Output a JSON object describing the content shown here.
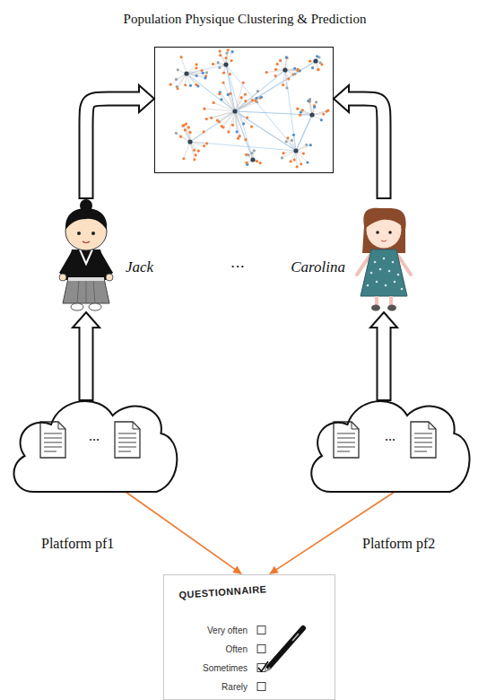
{
  "diagram": {
    "nodes": [
      {
        "text": [
          "Population Physique Clustering & Prediction"
        ]
      },
      {
        "text": [
          "Jack"
        ]
      },
      {
        "text": [
          "Carolina"
        ]
      },
      {
        "text": [
          "...",
          "Platform pf1"
        ]
      },
      {
        "text": [
          "...",
          "Platform pf2"
        ]
      },
      {
        "text": [
          "QUESTIONNAIRE",
          "Very often",
          "Often",
          "Sometimes",
          "Rarely"
        ]
      }
    ],
    "edges": [
      {
        "from": 1,
        "to": 0,
        "arrow": "to"
      },
      {
        "from": 2,
        "to": 0,
        "arrow": "to"
      },
      {
        "from": 3,
        "to": 1,
        "arrow": "to"
      },
      {
        "from": 4,
        "to": 2,
        "arrow": "to"
      },
      {
        "from": 3,
        "to": 5,
        "arrow": "to"
      },
      {
        "from": 4,
        "to": 5,
        "arrow": "to"
      }
    ],
    "labels": [
      "• • •"
    ]
  }
}
